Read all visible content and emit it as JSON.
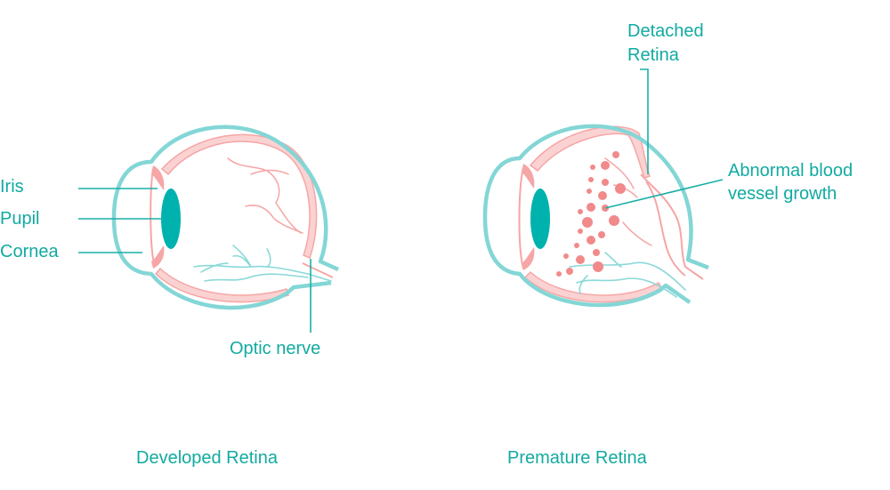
{
  "colors": {
    "label_teal": "#12aaa1",
    "sclera_cyan": "#84d6d6",
    "retina_pink": "#f6a6a6",
    "lens_teal": "#00b2ad",
    "blood_red": "#f18a8a"
  },
  "labels": {
    "iris": "Iris",
    "pupil": "Pupil",
    "cornea": "Cornea",
    "optic_nerve": "Optic nerve",
    "detached_retina_line1": "Detached",
    "detached_retina_line2": "Retina",
    "abnormal_line1": "Abnormal blood",
    "abnormal_line2": "vessel growth"
  },
  "captions": {
    "developed": "Developed Retina",
    "premature": "Premature Retina"
  }
}
